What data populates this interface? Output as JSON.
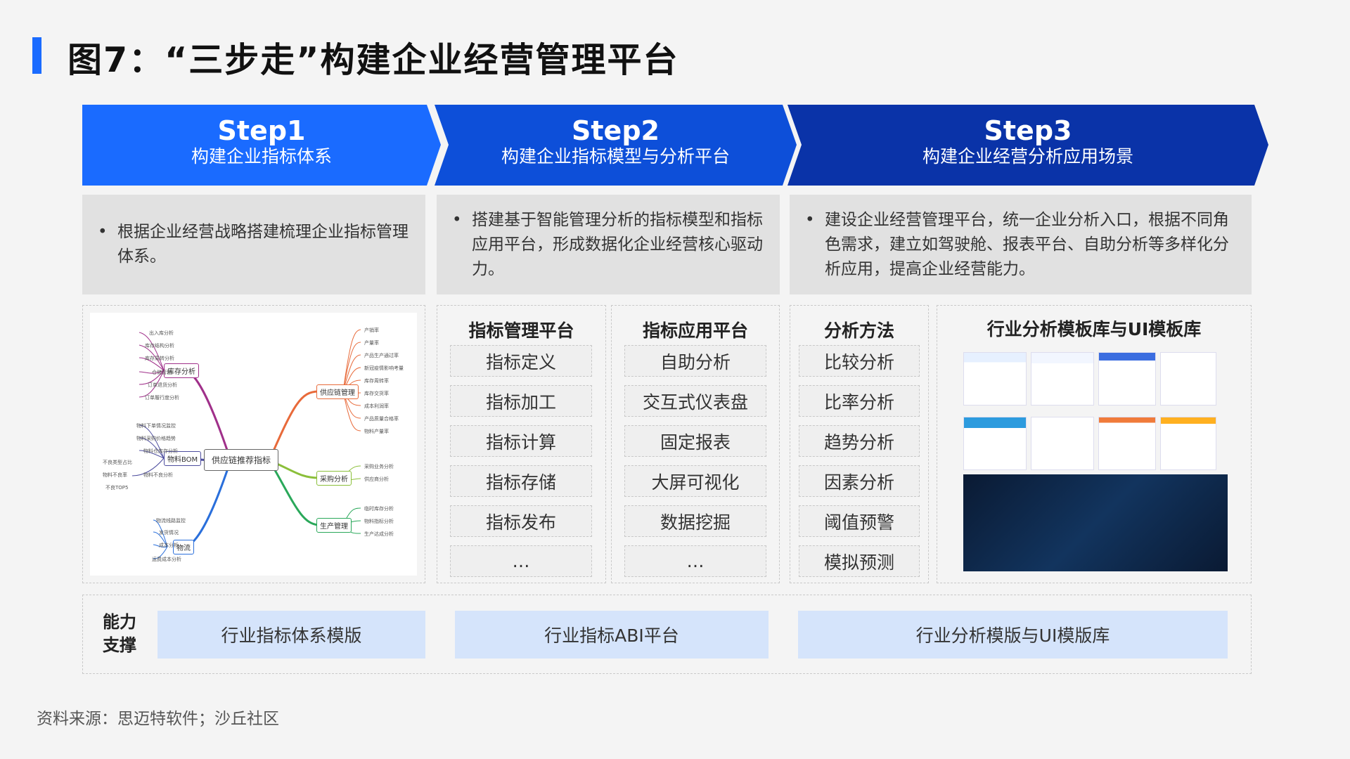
{
  "title": "图7：“三步走”构建企业经营管理平台",
  "steps": [
    {
      "name": "Step1",
      "subtitle": "构建企业指标体系",
      "color": "#1a6bff",
      "description": "根据企业经营战略搭建梳理企业指标管理体系。"
    },
    {
      "name": "Step2",
      "subtitle": "构建企业指标模型与分析平台",
      "color": "#0d4fd9",
      "description": "搭建基于智能管理分析的指标模型和指标应用平台，形成数据化企业经营核心驱动力。"
    },
    {
      "name": "Step3",
      "subtitle": "构建企业经营分析应用场景",
      "color": "#0a33a8",
      "description": "建设企业经营管理平台，统一企业分析入口，根据不同角色需求，建立如驾驶舱、报表平台、自助分析等多样化分析应用，提高企业经营能力。"
    }
  ],
  "mindmap": {
    "center": "供应链推荐指标",
    "branches": [
      {
        "label": "库存分析",
        "color": "#a0308a",
        "leaves": [
          "出入库分析",
          "库存结构分析",
          "库存周转分析",
          "仓储管理",
          "订单退货分析",
          "订单履行度分析"
        ]
      },
      {
        "label": "物料BOM",
        "color": "#4d4d9e",
        "leaves": [
          "物料下单情况监控",
          "物料采购价格趋势",
          "物料仓库存分析",
          "不良类型占比",
          "物料不良率",
          "物料不良分析",
          "不良TOP5"
        ]
      },
      {
        "label": "物流",
        "color": "#2a6fdb",
        "leaves": [
          "物流线路监控",
          "发货情况",
          "成本分析",
          "运费成本分析"
        ]
      },
      {
        "label": "供应链管理",
        "color": "#e86a3a",
        "leaves": [
          "产销率",
          "产量率",
          "产品生产通过率",
          "新冠疫情影响考量",
          "库存周转率",
          "库存交货率",
          "成本利润率",
          "产品质量合格率",
          "物料产量率"
        ]
      },
      {
        "label": "采购分析",
        "color": "#8bbf3a",
        "leaves": [
          "采购业务分析",
          "供应商分析"
        ]
      },
      {
        "label": "生产管理",
        "color": "#2aa85a",
        "leaves": [
          "临时库存分析",
          "物料指标分析",
          "生产达成分析"
        ]
      }
    ]
  },
  "columns": [
    {
      "title": "指标管理平台",
      "items": [
        "指标定义",
        "指标加工",
        "指标计算",
        "指标存储",
        "指标发布",
        "…"
      ]
    },
    {
      "title": "指标应用平台",
      "items": [
        "自助分析",
        "交互式仪表盘",
        "固定报表",
        "大屏可视化",
        "数据挖掘",
        "…"
      ]
    },
    {
      "title": "分析方法",
      "items": [
        "比较分析",
        "比率分析",
        "趋势分析",
        "因素分析",
        "阈值预警",
        "模拟预测"
      ]
    }
  ],
  "template_panel": {
    "title": "行业分析模板库与UI模板库"
  },
  "capability": {
    "label": "能力支撑",
    "boxes": [
      "行业指标体系模版",
      "行业指标ABI平台",
      "行业分析模版与UI模版库"
    ]
  },
  "source": "资料来源：思迈特软件；沙丘社区"
}
